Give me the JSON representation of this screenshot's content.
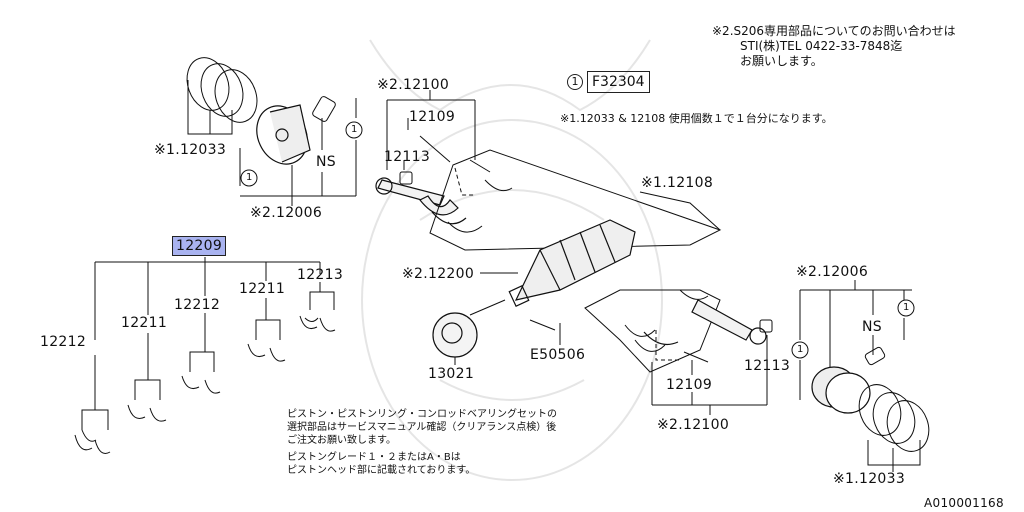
{
  "part_labels": {
    "ring_left": "※1.12033",
    "piston_left": "※2.12006",
    "rod_top": "※2.12100",
    "bolt_top": "12109",
    "nut_top": "12113",
    "crank_bearing": "※1.12108",
    "crank": "※2.12200",
    "bearing_set_head": "12209",
    "bearing_12212_a": "12212",
    "bearing_12211_a": "12211",
    "bearing_12212_b": "12212",
    "bearing_12211_b": "12211",
    "bearing_12213": "12213",
    "pulley": "13021",
    "key": "E50506",
    "piston_right": "※2.12006",
    "ns_left": "NS",
    "ns_right": "NS",
    "bolt_bottom": "12109",
    "nut_bottom": "12113",
    "rod_bottom": "※2.12100",
    "ring_right": "※1.12033",
    "circle_1": "1"
  },
  "legend": {
    "circle": "1",
    "code": "F32304"
  },
  "notes": {
    "sti_line1": "※2.S206専用部品についてのお問い合わせは",
    "sti_line2": "STI(株)TEL 0422-33-7848迄",
    "sti_line3": "お願いします。",
    "qty_note": "※1.12033 & 12108 使用個数１で１台分になります。",
    "bottom_line1": "ピストン・ピストンリング・コンロッドベアリングセットの",
    "bottom_line2": "選択部品はサービスマニュアル確認（クリアランス点検）後",
    "bottom_line3": "ご注文お願い致します。",
    "bottom_line4": "ピストングレード１・２またはA・Bは",
    "bottom_line5": "ピストンヘッド部に記載されております。"
  },
  "figure_id": "A010001168"
}
